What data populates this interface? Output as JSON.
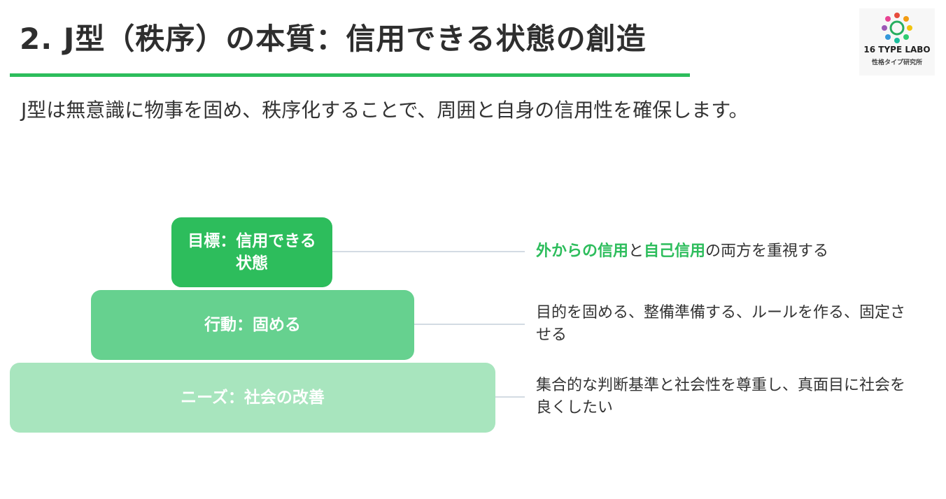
{
  "slide": {
    "title": "2. J型（秩序）の本質：信用できる状態の創造",
    "subtitle": "J型は無意識に物事を固め、秩序化することで、周囲と自身の信用性を確保します。"
  },
  "logo": {
    "icon": "people-circle-logo-icon",
    "name": "16 TYPE LABO",
    "sub": "性格タイプ研究所"
  },
  "pyramid": {
    "top": {
      "label": "目標：信用できる状態",
      "desc_hl1": "外からの信用",
      "desc_mid": "と",
      "desc_hl2": "自己信用",
      "desc_end": "の両方を重視する"
    },
    "middle": {
      "label": "行動：固める",
      "desc": "目的を固める、整備準備する、ルールを作る、固定させる"
    },
    "base": {
      "label": "ニーズ：社会の改善",
      "desc": "集合的な判断基準と社会性を尊重し、真面目に社会を良くしたい"
    }
  },
  "colors": {
    "accent": "#2dbd5c",
    "tier_top": "#2dbd5c",
    "tier_middle": "#66d18f",
    "tier_base": "#a8e5be",
    "connector": "#d3dbe3"
  }
}
